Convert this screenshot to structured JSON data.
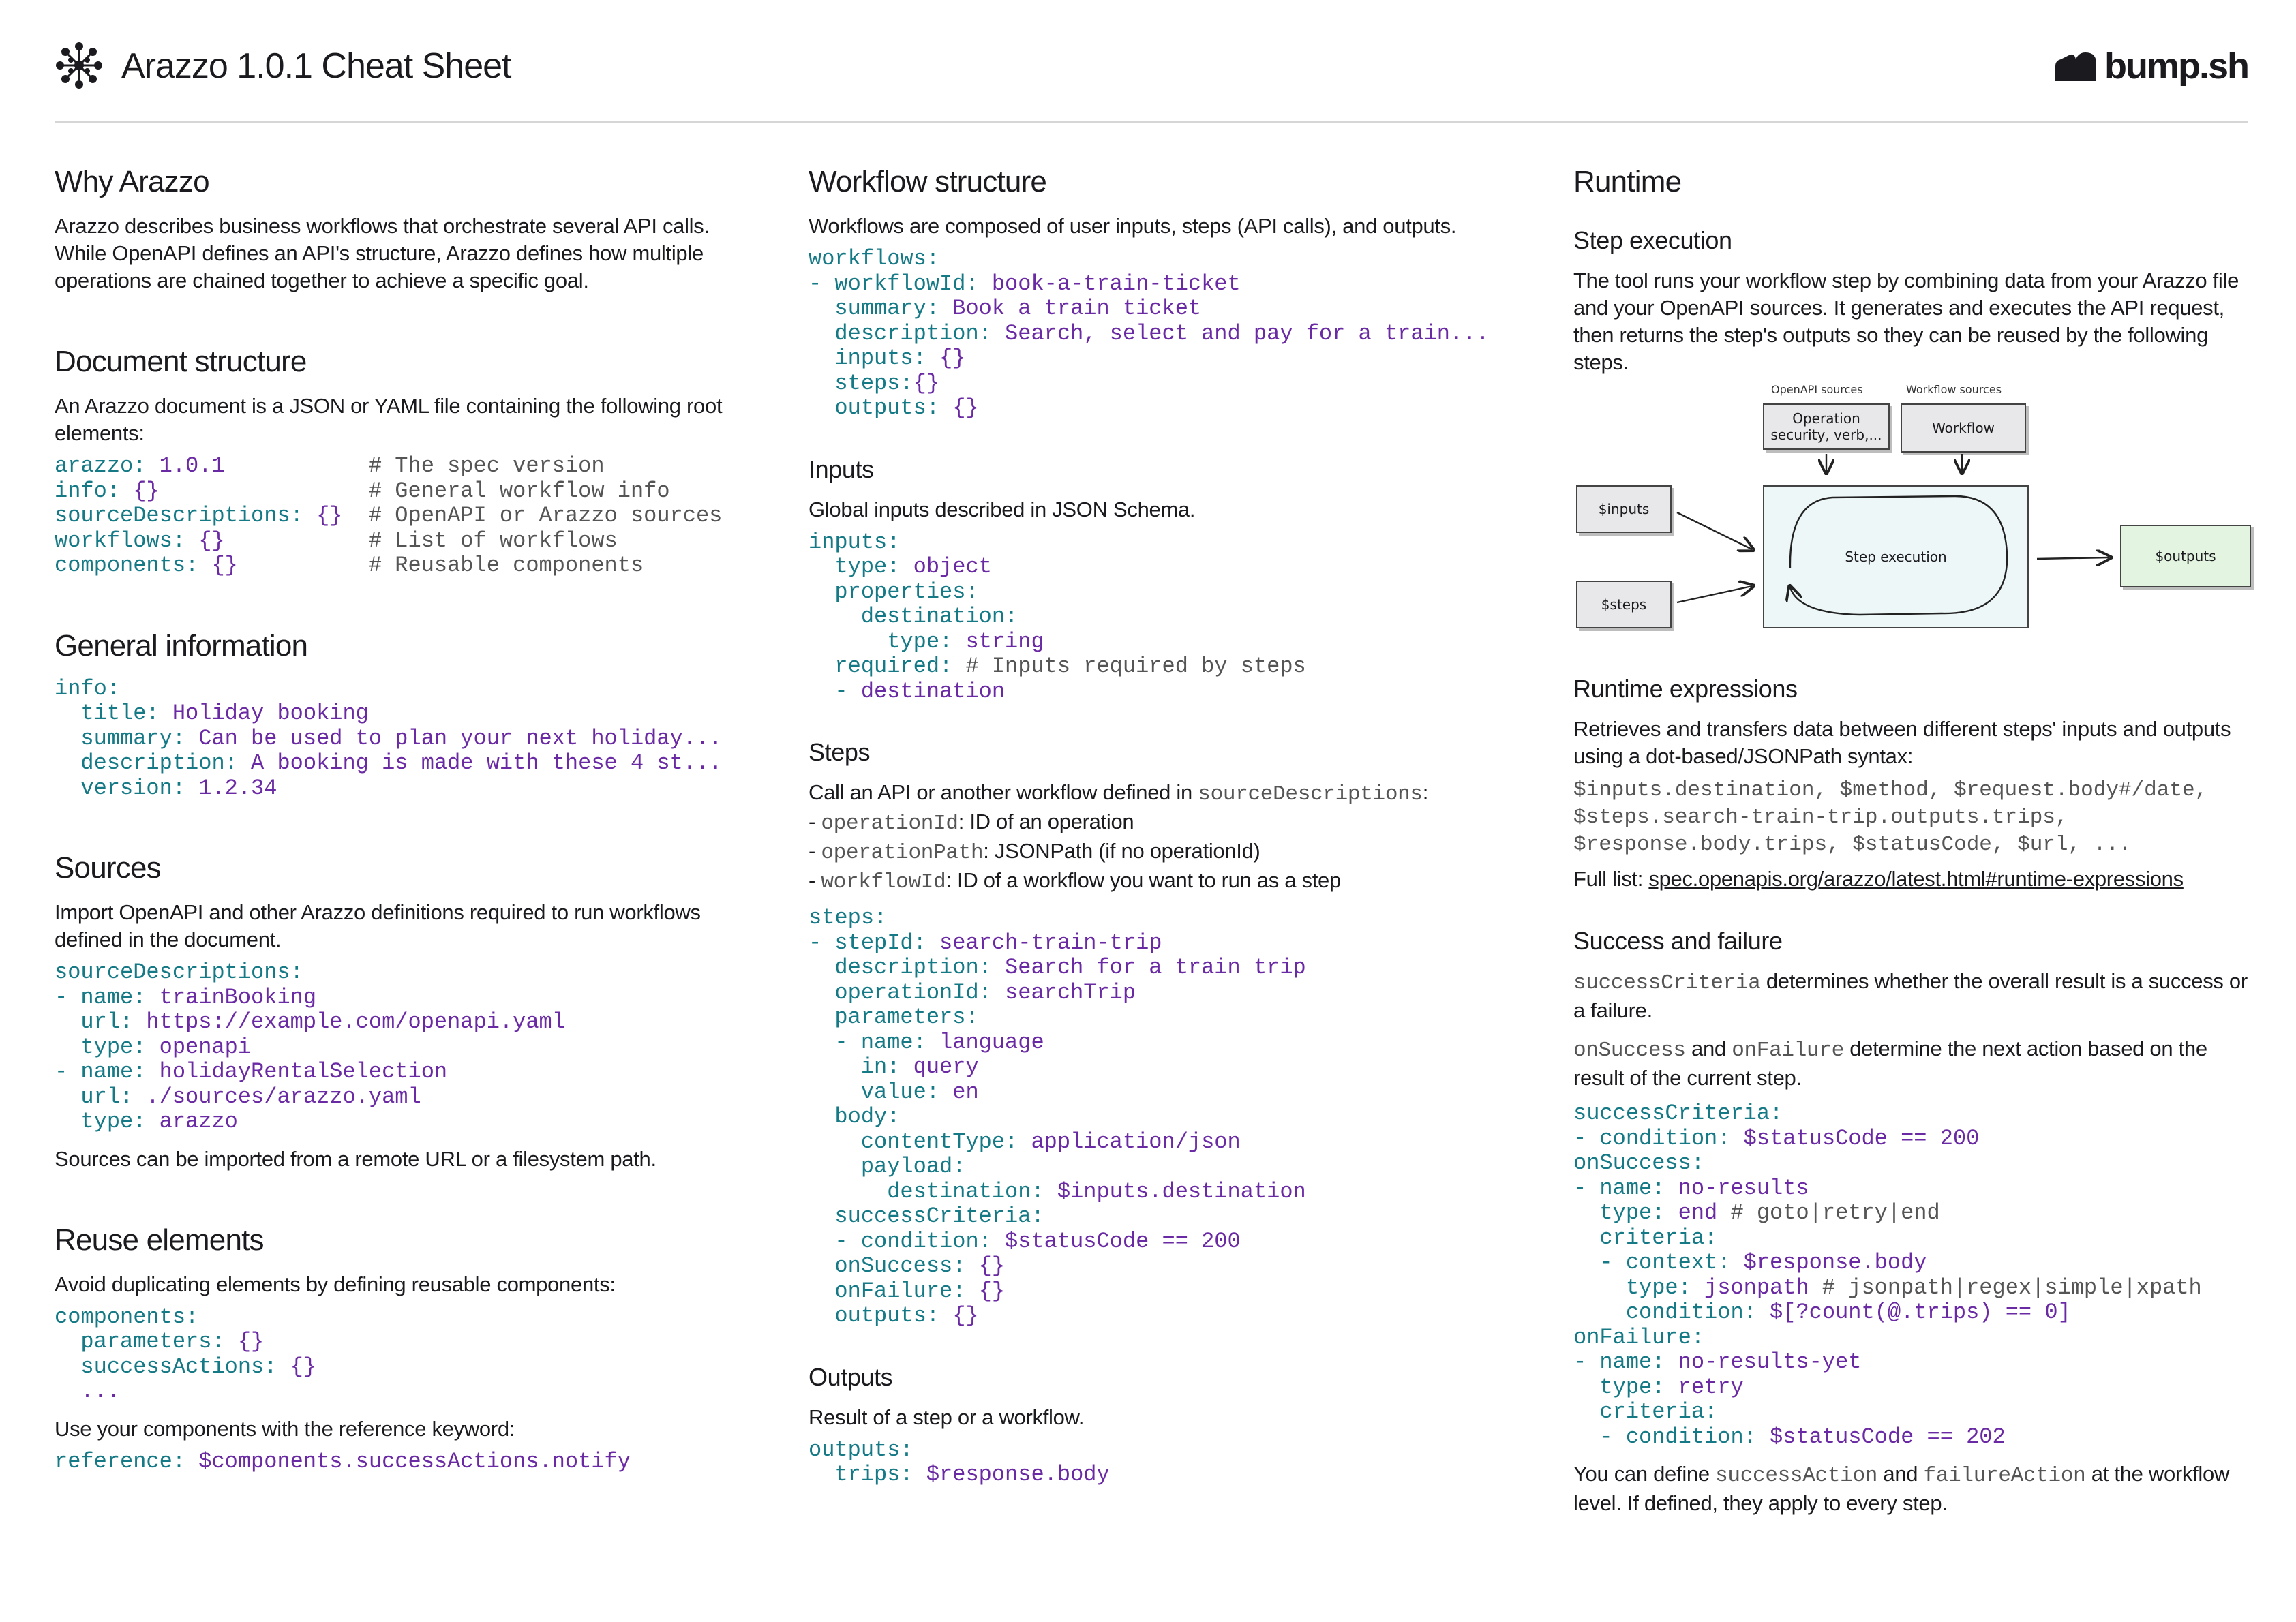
{
  "header": {
    "title": "Arazzo 1.0.1 Cheat Sheet",
    "brand": "bump.sh"
  },
  "why": {
    "heading": "Why Arazzo",
    "text": "Arazzo describes business workflows that orchestrate several API calls. While OpenAPI defines an API's structure, Arazzo defines how multiple operations are chained together to achieve a specific goal."
  },
  "doc_structure": {
    "heading": "Document structure",
    "text": "An Arazzo document is a JSON or YAML file containing the following root elements:",
    "lines": [
      {
        "key": "arazzo:",
        "val": " 1.0.1",
        "comment": "# The spec version"
      },
      {
        "key": "info:",
        "val": " {}",
        "comment": "# General workflow info"
      },
      {
        "key": "sourceDescriptions:",
        "val": " {}",
        "comment": "# OpenAPI or Arazzo sources"
      },
      {
        "key": "workflows:",
        "val": " {}",
        "comment": "# List of workflows"
      },
      {
        "key": "components:",
        "val": " {}",
        "comment": "# Reusable components"
      }
    ]
  },
  "general_info": {
    "heading": "General information",
    "lines": [
      {
        "indent": "",
        "key": "info:",
        "val": ""
      },
      {
        "indent": "  ",
        "key": "title:",
        "val": " Holiday booking"
      },
      {
        "indent": "  ",
        "key": "summary:",
        "val": " Can be used to plan your next holiday..."
      },
      {
        "indent": "  ",
        "key": "description:",
        "val": " A booking is made with these 4 st..."
      },
      {
        "indent": "  ",
        "key": "version:",
        "val": " 1.2.34"
      }
    ]
  },
  "sources": {
    "heading": "Sources",
    "text": "Import OpenAPI and other Arazzo definitions required to run workflows defined in the document.",
    "lines": [
      {
        "indent": "",
        "key": "sourceDescriptions:",
        "val": ""
      },
      {
        "indent": "- ",
        "key": "name:",
        "val": " trainBooking"
      },
      {
        "indent": "  ",
        "key": "url:",
        "val": " https://example.com/openapi.yaml"
      },
      {
        "indent": "  ",
        "key": "type:",
        "val": " openapi"
      },
      {
        "indent": "- ",
        "key": "name:",
        "val": " holidayRentalSelection"
      },
      {
        "indent": "  ",
        "key": "url:",
        "val": " ./sources/arazzo.yaml"
      },
      {
        "indent": "  ",
        "key": "type:",
        "val": " arazzo"
      }
    ],
    "footer": "Sources can be imported from a remote URL or a filesystem path."
  },
  "reuse": {
    "heading": "Reuse elements",
    "text": "Avoid duplicating elements by defining reusable components:",
    "lines": [
      {
        "indent": "",
        "key": "components:",
        "val": ""
      },
      {
        "indent": "  ",
        "key": "parameters:",
        "val": " {}"
      },
      {
        "indent": "  ",
        "key": "successActions:",
        "val": " {}"
      },
      {
        "indent": "  ",
        "key": "",
        "val": "..."
      }
    ],
    "text2": "Use your components with the reference keyword:",
    "ref_key": "reference:",
    "ref_val": " $components.successActions.notify"
  },
  "workflow": {
    "heading": "Workflow structure",
    "text": "Workflows are composed of user inputs, steps (API calls), and outputs.",
    "lines": [
      {
        "indent": "",
        "key": "workflows:",
        "val": ""
      },
      {
        "indent": "- ",
        "key": "workflowId:",
        "val": " book-a-train-ticket"
      },
      {
        "indent": "  ",
        "key": "summary:",
        "val": " Book a train ticket"
      },
      {
        "indent": "  ",
        "key": "description:",
        "val": " Search, select and pay for a train..."
      },
      {
        "indent": "  ",
        "key": "inputs:",
        "val": " {}"
      },
      {
        "indent": "  ",
        "key": "steps:",
        "val": "{}"
      },
      {
        "indent": "  ",
        "key": "outputs:",
        "val": " {}"
      }
    ]
  },
  "inputs": {
    "heading": "Inputs",
    "text": "Global inputs described in JSON Schema.",
    "lines": [
      {
        "indent": "",
        "key": "inputs:",
        "val": "",
        "comment": ""
      },
      {
        "indent": "  ",
        "key": "type:",
        "val": " object",
        "comment": ""
      },
      {
        "indent": "  ",
        "key": "properties:",
        "val": "",
        "comment": ""
      },
      {
        "indent": "    ",
        "key": "destination:",
        "val": "",
        "comment": ""
      },
      {
        "indent": "      ",
        "key": "type:",
        "val": " string",
        "comment": ""
      },
      {
        "indent": "  ",
        "key": "required:",
        "val": "",
        "comment": " # Inputs required by steps"
      },
      {
        "indent": "  ",
        "key": "- ",
        "val": "destination",
        "comment": ""
      }
    ]
  },
  "steps": {
    "heading": "Steps",
    "intro": "Call an API or another workflow defined in",
    "intro_code": "sourceDescriptions",
    "intro_end": ":",
    "bullets": [
      {
        "code": "operationId",
        "text": ": ID of an operation"
      },
      {
        "code": "operationPath",
        "text": ": JSONPath (if no operationId)"
      },
      {
        "code": "workflowId",
        "text": ": ID of a workflow you want to run as a step"
      }
    ],
    "lines": [
      {
        "indent": "",
        "key": "steps:",
        "val": ""
      },
      {
        "indent": "- ",
        "key": "stepId:",
        "val": " search-train-trip"
      },
      {
        "indent": "  ",
        "key": "description:",
        "val": " Search for a train trip"
      },
      {
        "indent": "  ",
        "key": "operationId:",
        "val": " searchTrip"
      },
      {
        "indent": "  ",
        "key": "parameters:",
        "val": ""
      },
      {
        "indent": "  - ",
        "key": "name:",
        "val": " language"
      },
      {
        "indent": "    ",
        "key": "in:",
        "val": " query"
      },
      {
        "indent": "    ",
        "key": "value:",
        "val": " en"
      },
      {
        "indent": "  ",
        "key": "body:",
        "val": ""
      },
      {
        "indent": "    ",
        "key": "contentType:",
        "val": " application/json"
      },
      {
        "indent": "    ",
        "key": "payload:",
        "val": ""
      },
      {
        "indent": "      ",
        "key": "destination:",
        "val": " $inputs.destination"
      },
      {
        "indent": "  ",
        "key": "successCriteria:",
        "val": ""
      },
      {
        "indent": "  - ",
        "key": "condition:",
        "val": " $statusCode == 200"
      },
      {
        "indent": "  ",
        "key": "onSuccess:",
        "val": " {}"
      },
      {
        "indent": "  ",
        "key": "onFailure:",
        "val": " {}"
      },
      {
        "indent": "  ",
        "key": "outputs:",
        "val": " {}"
      }
    ]
  },
  "outputs": {
    "heading": "Outputs",
    "text": "Result of a step or a workflow.",
    "lines": [
      {
        "indent": "",
        "key": "outputs:",
        "val": ""
      },
      {
        "indent": "  ",
        "key": "trips:",
        "val": " $response.body"
      }
    ]
  },
  "runtime": {
    "heading": "Runtime",
    "step_exec": {
      "heading": "Step execution",
      "text": "The tool runs your workflow step by combining data from your Arazzo file and your OpenAPI sources. It generates and executes the API request, then returns the step's outputs so they can be reused by the following steps."
    },
    "diagram": {
      "openapi_label": "OpenAPI sources",
      "workflow_label": "Workflow sources",
      "operation_box": "Operation security, verb,...",
      "workflow_box": "Workflow",
      "inputs_box": "$inputs",
      "steps_box": "$steps",
      "center_box": "Step execution",
      "outputs_box": "$outputs",
      "outputs_color": "#e3f4e0",
      "center_color": "#eef7f8"
    },
    "expressions": {
      "heading": "Runtime expressions",
      "text": "Retrieves and transfers data between different steps' inputs and outputs using a dot-based/JSONPath syntax:",
      "line1": "$inputs.destination, $method, $request.body#/date,",
      "line2": "$steps.search-train-trip.outputs.trips,",
      "line3": "$response.body.trips, $statusCode, $url, ...",
      "full_label": "Full list: ",
      "full_link": "spec.openapis.org/arazzo/latest.html#runtime-expressions"
    },
    "success": {
      "heading": "Success and failure",
      "p1_code": "successCriteria",
      "p1_text": " determines whether the overall result is a success or a failure.",
      "p2_code1": "onSuccess",
      "p2_and": " and ",
      "p2_code2": "onFailure",
      "p2_text": " determine the next action based on the result of the current step.",
      "lines": [
        {
          "indent": "",
          "key": "successCriteria:",
          "val": "",
          "comment": ""
        },
        {
          "indent": "- ",
          "key": "condition:",
          "val": " $statusCode == 200",
          "comment": ""
        },
        {
          "indent": "",
          "key": "onSuccess:",
          "val": "",
          "comment": ""
        },
        {
          "indent": "- ",
          "key": "name:",
          "val": " no-results",
          "comment": ""
        },
        {
          "indent": "  ",
          "key": "type:",
          "val": " end",
          "comment": " # goto|retry|end"
        },
        {
          "indent": "  ",
          "key": "criteria:",
          "val": "",
          "comment": ""
        },
        {
          "indent": "  - ",
          "key": "context:",
          "val": " $response.body",
          "comment": ""
        },
        {
          "indent": "    ",
          "key": "type:",
          "val": " jsonpath",
          "comment": " # jsonpath|regex|simple|xpath"
        },
        {
          "indent": "    ",
          "key": "condition:",
          "val": " $[?count(@.trips) == 0]",
          "comment": ""
        },
        {
          "indent": "",
          "key": "onFailure:",
          "val": "",
          "comment": ""
        },
        {
          "indent": "- ",
          "key": "name:",
          "val": " no-results-yet",
          "comment": ""
        },
        {
          "indent": "  ",
          "key": "type:",
          "val": " retry",
          "comment": ""
        },
        {
          "indent": "  ",
          "key": "criteria:",
          "val": "",
          "comment": ""
        },
        {
          "indent": "  - ",
          "key": "condition:",
          "val": " $statusCode == 202",
          "comment": ""
        }
      ],
      "f_pre": "You can define ",
      "f_code1": "successAction",
      "f_and": " and ",
      "f_code2": "failureAction",
      "f_post": " at the workflow level. If defined, they apply to every step."
    }
  }
}
